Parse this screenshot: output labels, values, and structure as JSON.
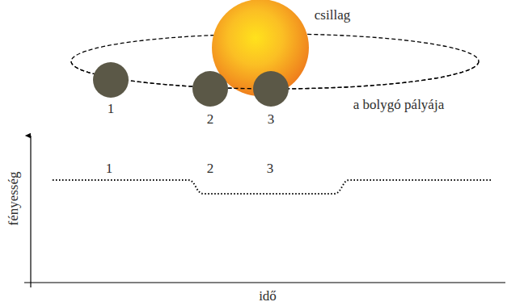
{
  "diagram": {
    "labels": [
      "csillag",
      "1",
      "2",
      "3",
      "a bolygó pályája",
      "1",
      "2",
      "3",
      "fényesség",
      "idő"
    ]
  }
}
